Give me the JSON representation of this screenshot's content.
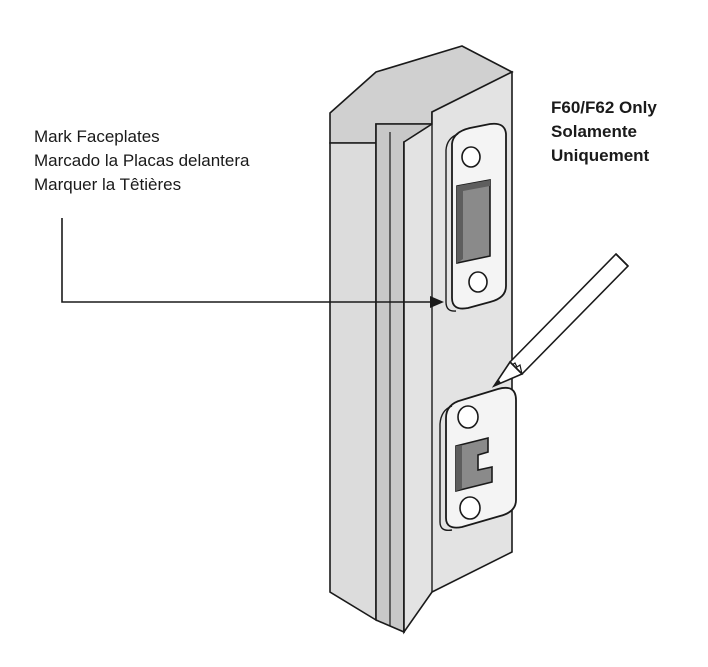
{
  "callout": {
    "line1": "Mark Faceplates",
    "line2": "Marcado la Placas delantera",
    "line3": "Marquer la Têtières"
  },
  "note": {
    "line1": "F60/F62 Only",
    "line2": "Solamente",
    "line3": "Uniquement"
  },
  "colors": {
    "jamb_front": "#e3e3e3",
    "jamb_top": "#d0d0d0",
    "jamb_side": "#cbcbcb",
    "plate_hole": "#8a8a8a",
    "outline": "#1a1a1a"
  }
}
